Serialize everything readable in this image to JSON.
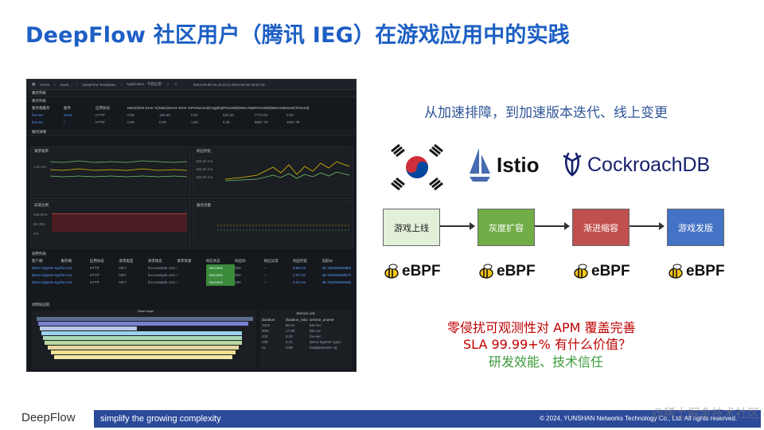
{
  "slide": {
    "title": "DeepFlow 社区用户（腾讯 IEG）在游戏应用中的实践",
    "subtitle": "从加速排障，到加速版本迭代、线上变更"
  },
  "screenshot": {
    "breadcrumb": [
      "Home",
      "Dash...",
      "DeepFlow Templates",
      "Application - 不错应用"
    ],
    "time_range": "2024-03-08 16:42:23 to 2024-03-08 16:57:23",
    "section_endpoints": "端点列表",
    "sub_endpoints": "端点列表",
    "endpoint_headers": [
      "服务端服务",
      "服务",
      "应用协议",
      "Max(Client Error %)",
      "Max(Server Error %)",
      "PerSecond(Avg)Ifop",
      "Percentile(Max Data)",
      "Percentile(Max Data)",
      "Sum(Timeout)"
    ],
    "endpoint_rows": [
      [
        "foo-svc",
        "/error",
        "HTTP",
        "0.00",
        "100.00",
        "0.02",
        "822.33",
        "7772.01",
        "0.00"
      ],
      [
        "foo-svc",
        "/",
        "HTTP",
        "0.00",
        "0.00",
        "1.55",
        "8.35",
        "8837.78",
        "1007.78"
      ]
    ],
    "section_detail": "端点详情",
    "panel_latency": "请求速率",
    "panel_latency_y": "1.00 K/s",
    "panel_response": "响应时延",
    "panel_response_y": [
      "200.00 ms",
      "150.00 ms",
      "100.00 ms"
    ],
    "panel_error": "异常比例",
    "panel_error_y": [
      "100.00%",
      "50.00%",
      "0%"
    ],
    "panel_traffic": "服务流量",
    "service_list_title": "调用列表",
    "call_headers": [
      "客户端",
      "服务端",
      "应用协议",
      "请求类型",
      "请求域名",
      "请求资源",
      "响应状态",
      "响应码",
      "响应异常",
      "响应时延",
      "追踪ID"
    ],
    "call_rows": [
      [
        "demo-ingress-nginx",
        "foo-svc",
        "HTTP",
        "GET",
        "foo.example.com",
        "/",
        "Success",
        "200",
        "--",
        "8.89 ms",
        "ab-7562000ee8b0a..."
      ],
      [
        "demo-ingress-nginx",
        "foo-svc",
        "HTTP",
        "GET",
        "foo.example.com",
        "/",
        "Success",
        "200",
        "--",
        "2.07 ms",
        "ab-754200ee0b7f3..."
      ],
      [
        "demo-ingress-nginx",
        "foo-svc",
        "HTTP",
        "GET",
        "foo.example.com",
        "/",
        "Success",
        "200",
        "--",
        "2.22 ms",
        "ab-754200ee0e9b1..."
      ]
    ],
    "flame_section": "调用链追踪",
    "flame_title": "Flame Graph",
    "service_list": "Service List",
    "service_headers": [
      "duration",
      "duration_ratio",
      "service_uname"
    ],
    "service_rows": [
      [
        "3322",
        "80.34",
        "bar-svc"
      ],
      [
        "90%",
        "17.58",
        "lab-svc"
      ],
      [
        "432",
        "9.20",
        "foo-svc"
      ],
      [
        "248",
        "5.31",
        "demo-ingress-nginx"
      ],
      [
        "41",
        "0.89",
        "loadgenerator-ng"
      ]
    ]
  },
  "logos": {
    "istio": "Istio",
    "cockroach": "CockroachDB"
  },
  "flow": {
    "steps": [
      "游戏上线",
      "灰度扩容",
      "渐进缩容",
      "游戏发版"
    ],
    "colors": [
      "#e2efd9",
      "#70ad47",
      "#c0504d",
      "#4472c4"
    ],
    "text_colors": [
      "#1a1a1a",
      "#ffffff",
      "#ffffff",
      "#ffffff"
    ],
    "ebpf_label": "eBPF"
  },
  "points": {
    "line1": "零侵扰可观测性对 APM 覆盖完善",
    "line2": "SLA 99.99+% 有什么价值？",
    "line3": "研发效能、技术信任"
  },
  "footer": {
    "logo": "DeepFlow",
    "slogan": "simplify the growing complexity",
    "copyright": "© 2024, YUNSHAN Networks Technology Co., Ltd.  All rights reserved.",
    "watermark": "@稀土掘金技术社区"
  }
}
